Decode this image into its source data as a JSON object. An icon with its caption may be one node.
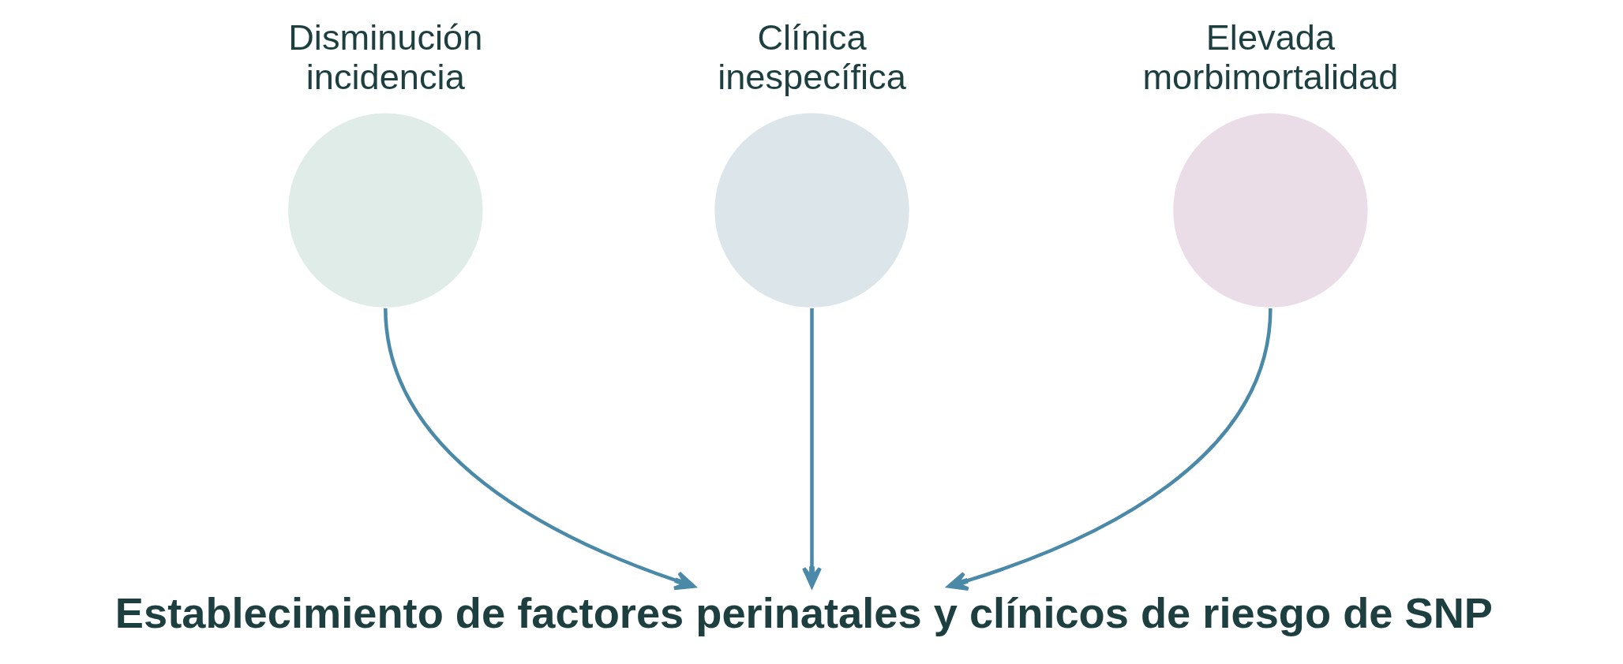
{
  "diagram": {
    "nodes": [
      {
        "text": [],
        "shape": "circle",
        "beside": [
          "Disminución incidencia"
        ]
      },
      {
        "text": [],
        "shape": "circle",
        "beside": [
          "Clínica inespecífica"
        ]
      },
      {
        "text": [],
        "shape": "circle",
        "beside": [
          "Elevada morbimortalidad"
        ]
      },
      {
        "text": [
          "Establecimiento de factores perinatales y clínicos de riesgo de SNP"
        ]
      }
    ],
    "edges": [
      {
        "from": 0,
        "to": 3,
        "arrow": "to"
      },
      {
        "from": 1,
        "to": 3,
        "arrow": "to"
      },
      {
        "from": 2,
        "to": 3,
        "arrow": "to"
      }
    ]
  }
}
